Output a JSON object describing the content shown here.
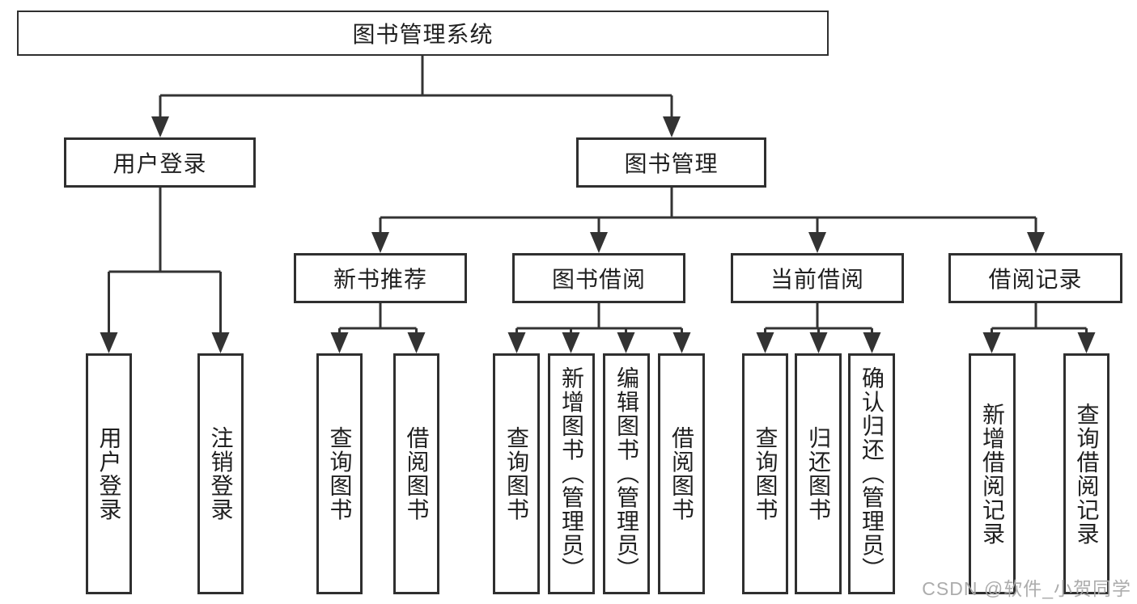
{
  "diagram": {
    "root": {
      "label": "图书管理系统"
    },
    "user_login_branch": {
      "label": "用户登录",
      "children": [
        {
          "label": "用户登录"
        },
        {
          "label": "注销登录"
        }
      ]
    },
    "book_mgmt_branch": {
      "label": "图书管理",
      "children": [
        {
          "label": "新书推荐",
          "children": [
            {
              "label": "查询图书"
            },
            {
              "label": "借阅图书"
            }
          ]
        },
        {
          "label": "图书借阅",
          "children": [
            {
              "label": "查询图书"
            },
            {
              "label": "新增图书（管理员）"
            },
            {
              "label": "编辑图书（管理员）"
            },
            {
              "label": "借阅图书"
            }
          ]
        },
        {
          "label": "当前借阅",
          "children": [
            {
              "label": "查询图书"
            },
            {
              "label": "归还图书"
            },
            {
              "label": "确认归还（管理员）"
            }
          ]
        },
        {
          "label": "借阅记录",
          "children": [
            {
              "label": "新增借阅记录"
            },
            {
              "label": "查询借阅记录"
            }
          ]
        }
      ]
    }
  },
  "watermark": {
    "text": "CSDN @软件_小贺同学"
  },
  "colors": {
    "line": "#333333",
    "border": "#2f2f2f",
    "text": "#1f1f1f",
    "watermark": "#a8a8a8",
    "background": "#ffffff"
  }
}
